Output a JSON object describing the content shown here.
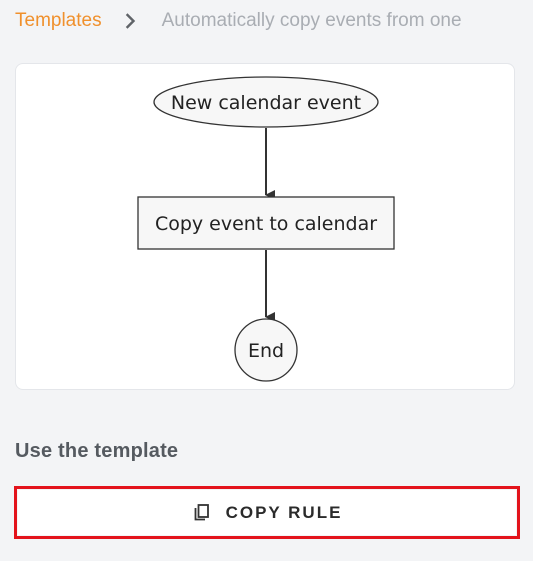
{
  "breadcrumb": {
    "parent_label": "Templates",
    "separator_icon": "chevron-right-icon",
    "current_label": "Automatically copy events from one"
  },
  "flow": {
    "nodes": [
      {
        "id": "start",
        "shape": "ellipse",
        "label": "New calendar event"
      },
      {
        "id": "action",
        "shape": "rectangle",
        "label": "Copy event to calendar"
      },
      {
        "id": "end",
        "shape": "circle",
        "label": "End"
      }
    ],
    "edges": [
      {
        "from": "start",
        "to": "action"
      },
      {
        "from": "action",
        "to": "end"
      }
    ]
  },
  "section": {
    "title": "Use the template"
  },
  "copy_button": {
    "icon": "copy-icon",
    "label": "COPY RULE",
    "highlight_color": "#e3131b"
  },
  "colors": {
    "accent": "#f0902c",
    "muted_text": "#a9adb3"
  }
}
